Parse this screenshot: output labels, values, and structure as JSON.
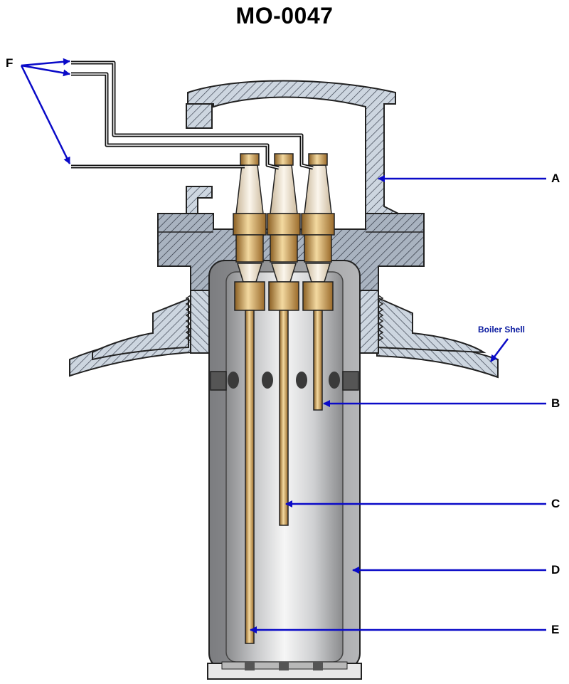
{
  "title": "MO-0047",
  "labels": {
    "a": "A",
    "b": "B",
    "c": "C",
    "d": "D",
    "e": "E",
    "f": "F",
    "boiler_shell": "Boiler Shell"
  },
  "colors": {
    "arrow": "#0a0ac8",
    "steel": "#c9d3de",
    "brass": "#c8a060",
    "chamber_dark": "#8f9092",
    "chamber_light": "#f4f4f4"
  }
}
